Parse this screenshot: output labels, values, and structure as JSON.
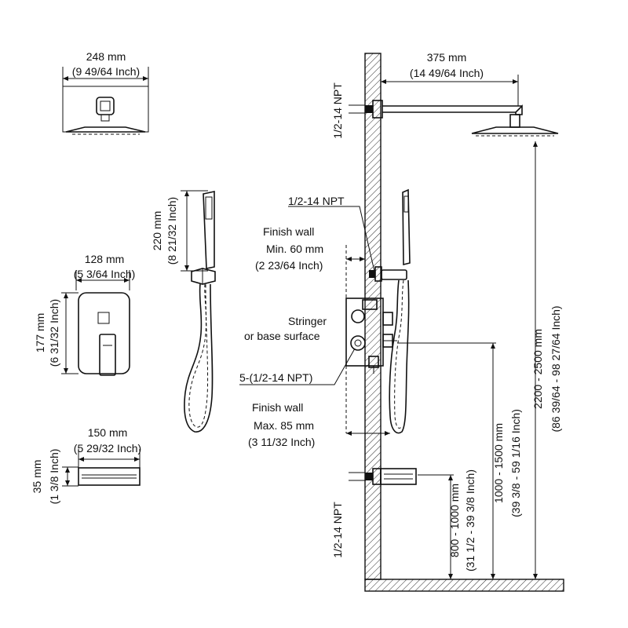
{
  "showerhead_top": {
    "width_mm": "248 mm",
    "width_in": "(9 49/64 Inch)"
  },
  "handheld": {
    "height_mm": "220 mm",
    "height_in": "(8 21/32 Inch)"
  },
  "valve_plate": {
    "width_mm": "128 mm",
    "width_in": "(5 3/64 Inch)",
    "height_mm": "177 mm",
    "height_in": "(6 31/32 Inch)"
  },
  "tub_spout": {
    "width_mm": "150 mm",
    "width_in": "(5 29/32 Inch)",
    "height_mm": "35 mm",
    "height_in": "(1 3/8 Inch)"
  },
  "arm": {
    "length_mm": "375 mm",
    "length_in": "(14 49/64 Inch)"
  },
  "npt_arm": "1/2-14 NPT",
  "npt_bracket": "1/2-14 NPT",
  "npt_spout": "1/2-14 NPT",
  "finish_wall_min": {
    "line1": "Finish wall",
    "line2": "Min. 60 mm",
    "line3": "(2 23/64 Inch)"
  },
  "stringer": {
    "line1": "Stringer",
    "line2": "or base surface"
  },
  "valve_ports": "5-(1/2-14 NPT)",
  "finish_wall_max": {
    "line1": "Finish wall",
    "line2": "Max. 85 mm",
    "line3": "(3 11/32 Inch)"
  },
  "height_head": {
    "mm": "2200 - 2500 mm",
    "in": "(86 39/64 - 98 27/64 Inch)"
  },
  "height_valve": {
    "mm": "1000 - 1500 mm",
    "in": "(39 3/8 - 59 1/16 Inch)"
  },
  "height_spout": {
    "mm": "800 - 1000 mm",
    "in": "(31 1/2 - 39 3/8 Inch)"
  }
}
